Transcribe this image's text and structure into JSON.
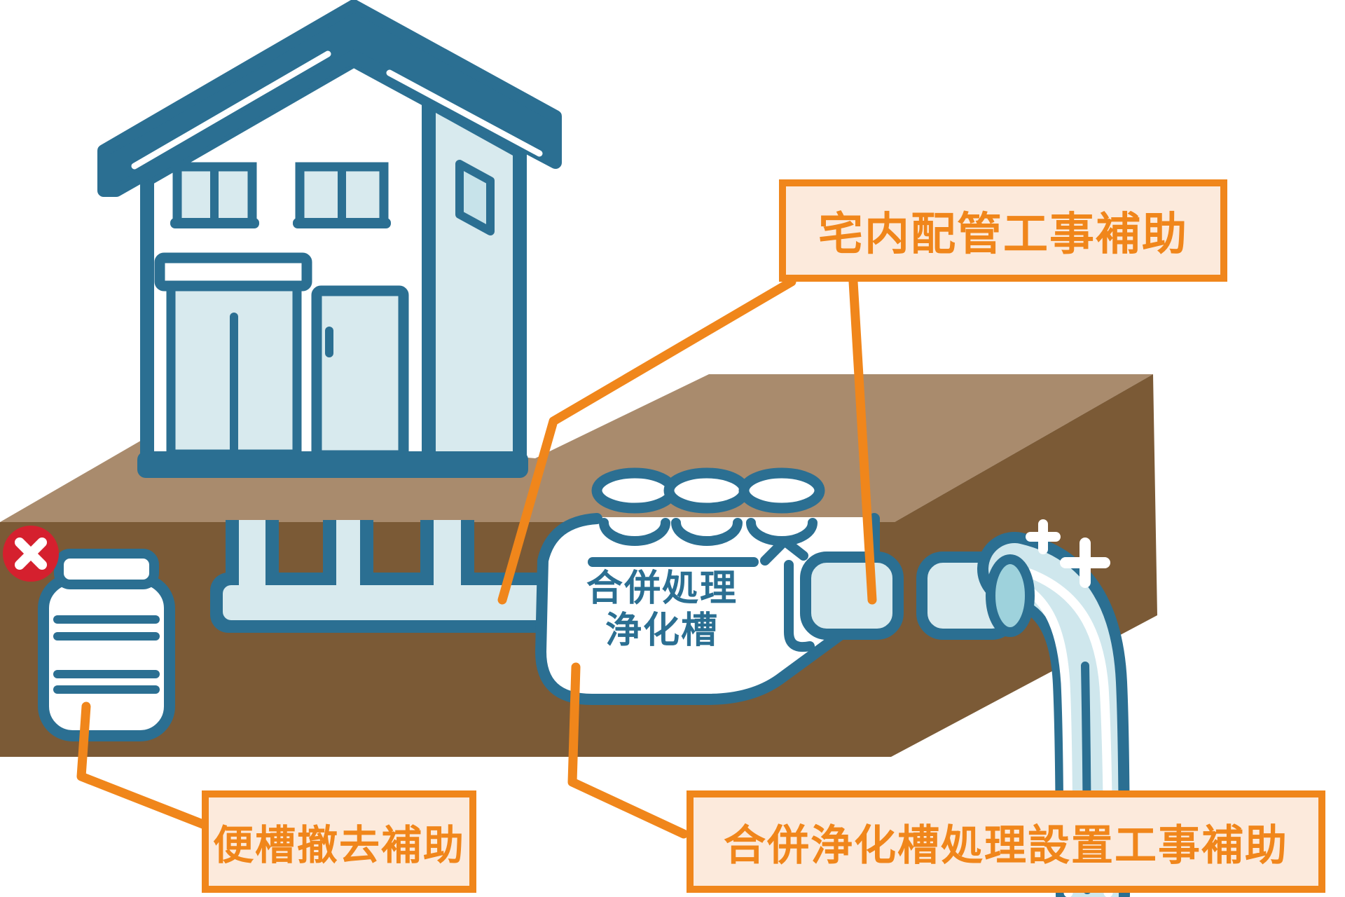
{
  "callouts": {
    "indoor_piping": {
      "label": "宅内配管工事補助"
    },
    "pit_removal": {
      "label": "便槽撤去補助"
    },
    "tank_installation": {
      "label": "合併浄化槽処理設置工事補助"
    }
  },
  "tank": {
    "line1": "合併処理",
    "line2": "浄化槽"
  },
  "icons": {
    "remove_badge": "x-mark-in-red-circle",
    "sparkles": "white-plus-sparkles",
    "manholes": "three-oval-manhole-covers"
  },
  "colors": {
    "outline_teal": "#2B6F92",
    "fill_light_blue": "#D8EAEE",
    "ground_top": "#A98B6D",
    "ground_front": "#7B5A36",
    "accent_orange": "#F0861B",
    "callout_fill": "#FCEADC",
    "alert_red": "#D5202E",
    "water": "#CFE7ED",
    "pipe_opening": "#9ED2DC",
    "background": "#FFFFFF"
  }
}
